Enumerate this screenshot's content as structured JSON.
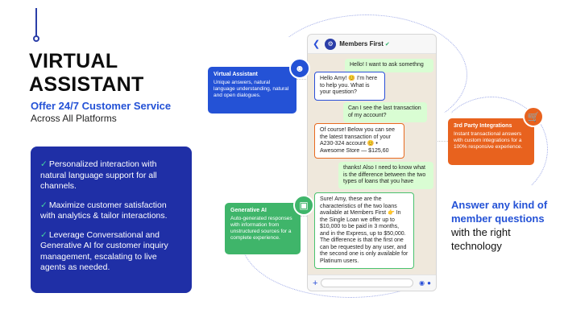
{
  "title_line1": "VIRTUAL",
  "title_line2": "ASSISTANT",
  "subtitle": "Offer 24/7 Customer Service",
  "subtitle2": "Across All Platforms",
  "benefits": [
    "Personalized interaction with natural language support for all channels.",
    "Maximize customer satisfaction with analytics & tailor interactions.",
    "Leverage Conversational and Generative AI for customer inquiry management, escalating to live agents as needed."
  ],
  "right_text": {
    "hl": "Answer any kind of member questions",
    "rest": " with the right technology"
  },
  "chat": {
    "header_name": "Members First",
    "messages": [
      {
        "type": "out",
        "text": "Hello! I want to ask somethng"
      },
      {
        "type": "in",
        "text": "Hello Amy! 😊 I'm here to help you. What is your question?"
      },
      {
        "type": "out",
        "text": "Can I see the last transaction of my account?"
      },
      {
        "type": "in",
        "text": "Of course! Below you can see the latest transaction of your A230-324 account 😊 • Awesome Store — $125,60"
      },
      {
        "type": "out",
        "text": "thanks! Also I need to know what is the difference between the two types of loans that you have"
      },
      {
        "type": "in",
        "text": "Sure! Amy, these are the characteristics of the two loans available at Members First 👉 In the Single Loan we offer up to $10,000 to be paid in 3 months, and in the Express, up to $50,000. The difference is that the first one can be requested by any user, and the second one is only available for Platinum users."
      }
    ]
  },
  "cards": {
    "va": {
      "title": "Virtual Assistant",
      "body": "Unique answers, natural language understanding, natural and open dialogues."
    },
    "gen": {
      "title": "Generative AI",
      "body": "Auto-generated responses with information from unstructured sources for a complete experience."
    },
    "third": {
      "title": "3rd Party Integrations",
      "body": "Instant transactional answers with custom integrations for a 100% responsive experience."
    }
  },
  "colors": {
    "brand_blue": "#2452d6",
    "card_blue": "#1f2fa6",
    "green": "#3fb56a",
    "orange": "#e8621e"
  }
}
